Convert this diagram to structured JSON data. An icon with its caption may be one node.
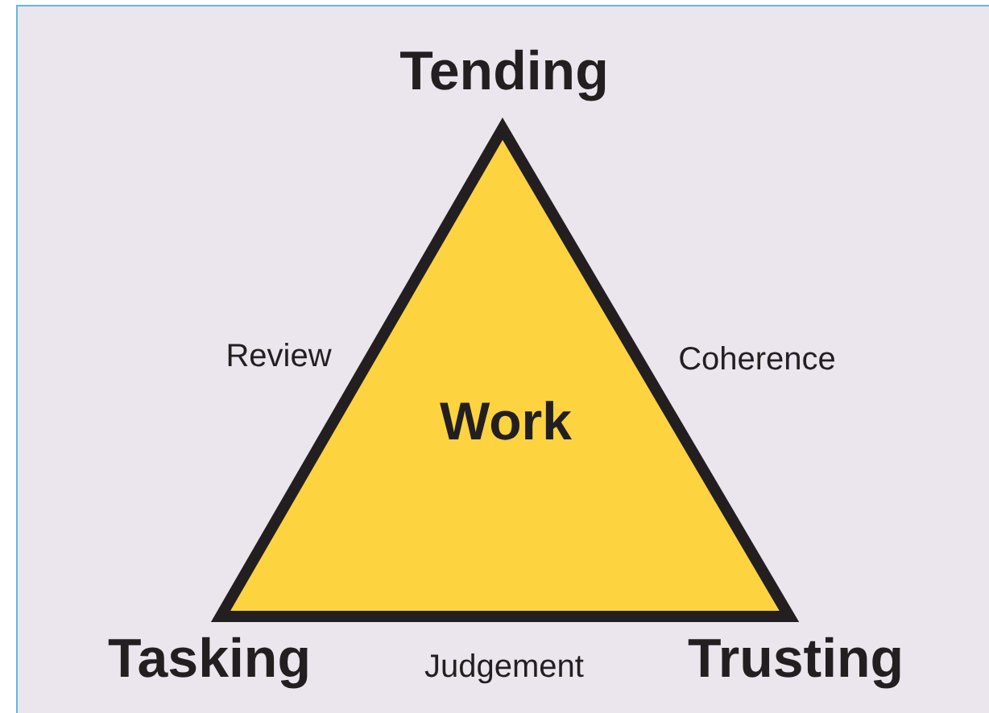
{
  "diagram": {
    "nodes": [
      {
        "text": [
          "Work"
        ]
      }
    ],
    "labels": [
      "Tending",
      "Review",
      "Coherence",
      "Tasking",
      "Judgement",
      "Trusting"
    ]
  }
}
